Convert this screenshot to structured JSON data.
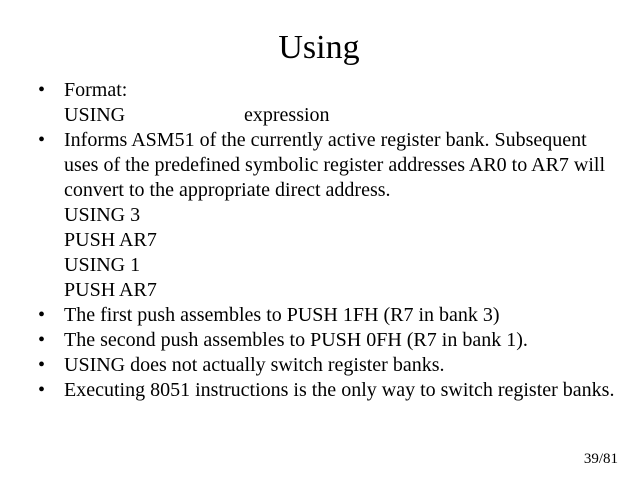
{
  "slide": {
    "title": "Using",
    "page_number": "39/81",
    "bullet_glyph": "•",
    "lines": [
      {
        "type": "bullet",
        "text": "Format:"
      },
      {
        "type": "plain",
        "keyword": "USING",
        "text": "expression"
      },
      {
        "type": "bullet",
        "text": "Informs ASM51 of the currently active register bank. Subsequent uses of the predefined symbolic register addresses AR0 to AR7 will convert to the appropriate direct address."
      },
      {
        "type": "plain",
        "text": "USING 3"
      },
      {
        "type": "plain",
        "text": "PUSH AR7"
      },
      {
        "type": "plain",
        "text": "USING 1"
      },
      {
        "type": "plain",
        "text": "PUSH AR7"
      },
      {
        "type": "bullet",
        "text": "The first push assembles to PUSH 1FH (R7 in bank 3)"
      },
      {
        "type": "bullet",
        "text": "The second push assembles to PUSH 0FH (R7 in bank 1)."
      },
      {
        "type": "bullet",
        "text": "USING does not actually switch register banks."
      },
      {
        "type": "bullet",
        "text": "Executing 8051 instructions is the only way to switch register banks."
      }
    ]
  }
}
